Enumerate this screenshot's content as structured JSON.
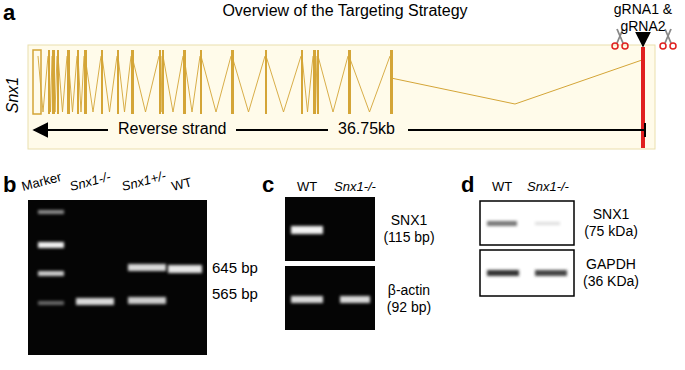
{
  "diagram": {
    "title": "Overview of the Targeting Strategy",
    "labels": [
      "a",
      "gRNA1 & gRNA2",
      "Snx1",
      "Reverse strand",
      "36.75kb",
      "b",
      "Marker",
      "Snx1-/-",
      "Snx1+/-",
      "WT",
      "645 bp",
      "565 bp",
      "c",
      "WT",
      "Snx1-/-",
      "SNX1 (115 bp)",
      "β-actin (92 bp)",
      "d",
      "WT",
      "Snx1-/-",
      "SNX1 (75 kDa)",
      "GAPDH (36 KDa)"
    ]
  }
}
